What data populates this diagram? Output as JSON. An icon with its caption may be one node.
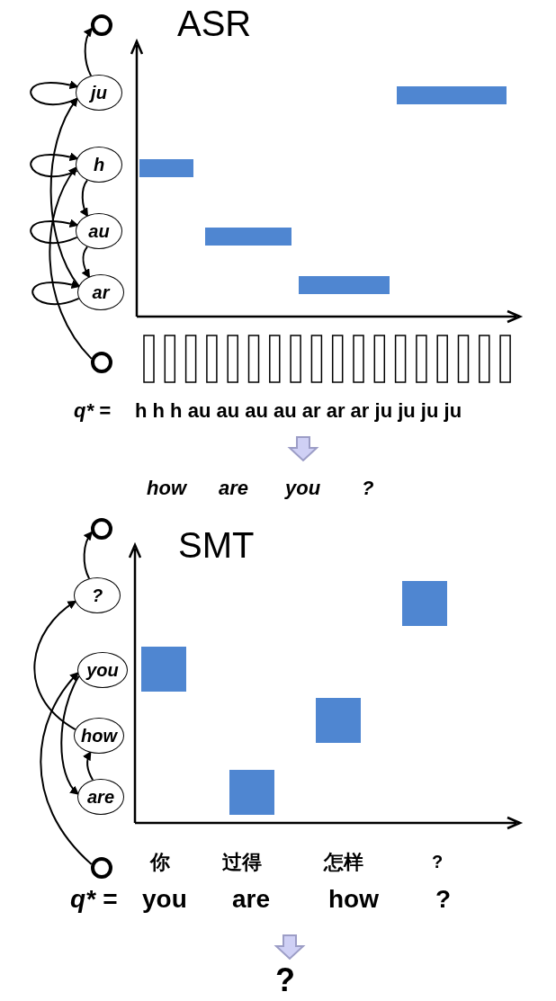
{
  "diagram": {
    "nodes": [
      {
        "text": [],
        "shape": "circle"
      },
      {
        "text": [
          "ju"
        ]
      },
      {
        "text": [
          "h"
        ]
      },
      {
        "text": [
          "au"
        ]
      },
      {
        "text": [
          "ar"
        ]
      },
      {
        "text": [],
        "shape": "circle"
      },
      {
        "text": [],
        "shape": "circle"
      },
      {
        "text": [
          "?"
        ]
      },
      {
        "text": [
          "you"
        ]
      },
      {
        "text": [
          "how"
        ]
      },
      {
        "text": [
          "are"
        ]
      },
      {
        "text": [],
        "shape": "circle"
      }
    ],
    "edges": [
      {
        "from": 1,
        "to": 0,
        "arrow": "to"
      },
      {
        "from": 1,
        "to": 1,
        "arrow": "to"
      },
      {
        "from": 2,
        "to": 2,
        "arrow": "to"
      },
      {
        "from": 3,
        "to": 3,
        "arrow": "to"
      },
      {
        "from": 4,
        "to": 4,
        "arrow": "to"
      },
      {
        "from": 2,
        "to": 3,
        "arrow": "to"
      },
      {
        "from": 3,
        "to": 4,
        "arrow": "to"
      },
      {
        "from": 5,
        "to": 2,
        "arrow": "to"
      },
      {
        "from": 4,
        "to": 1,
        "arrow": "to"
      },
      {
        "from": 7,
        "to": 6,
        "arrow": "to"
      },
      {
        "from": 9,
        "to": 7,
        "arrow": "to"
      },
      {
        "from": 11,
        "to": 8,
        "arrow": "to"
      },
      {
        "from": 8,
        "to": 10,
        "arrow": "to"
      },
      {
        "from": 10,
        "to": 9,
        "arrow": "to"
      }
    ],
    "labels": [
      "ASR",
      "q* =",
      "h h h au au au au ar ar ar ju ju ju ju",
      "how",
      "are",
      "you",
      "?",
      "SMT",
      "你",
      "过得",
      "怎样",
      "?",
      "q* =",
      "you",
      "are",
      "how",
      "?",
      "?"
    ]
  }
}
